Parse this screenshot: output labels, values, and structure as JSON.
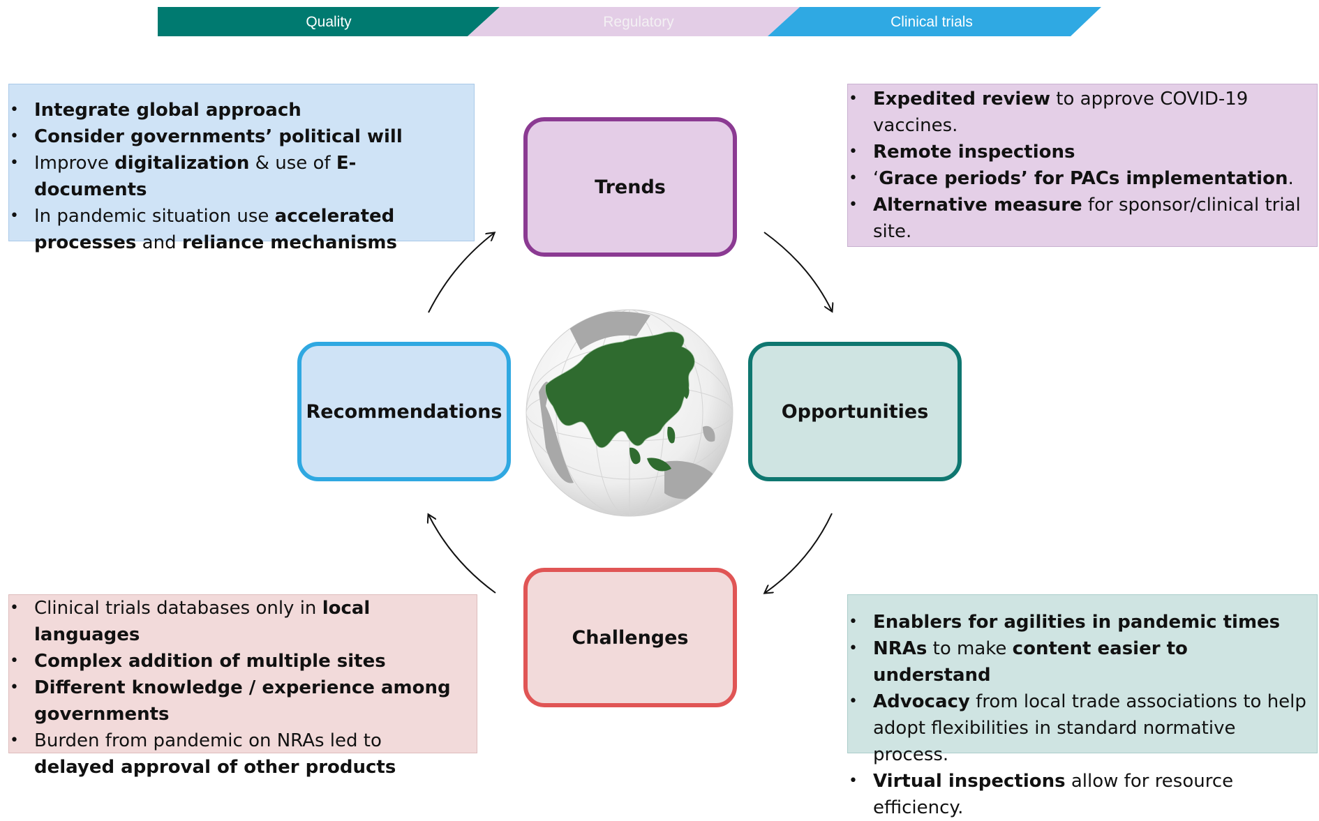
{
  "tabs": [
    {
      "label": "Quality",
      "color": "#007a70"
    },
    {
      "label": "Regulatory",
      "color": "#e3cde6"
    },
    {
      "label": "Clinical trials",
      "color": "#2fa9e3"
    }
  ],
  "nodes": {
    "trends": "Trends",
    "opportunities": "Opportunities",
    "challenges": "Challenges",
    "recommendations": "Recommendations"
  },
  "panels": {
    "recommendations": [
      [
        {
          "t": "Integrate global approach",
          "b": true
        }
      ],
      [
        {
          "t": "Consider governments’ political will",
          "b": true
        }
      ],
      [
        {
          "t": "Improve ",
          "b": false
        },
        {
          "t": "digitalization",
          "b": true
        },
        {
          "t": " & use of ",
          "b": false
        },
        {
          "t": "E-documents",
          "b": true
        }
      ],
      [
        {
          "t": "In pandemic situation use ",
          "b": false
        },
        {
          "t": "accelerated processes",
          "b": true
        },
        {
          "t": " and ",
          "b": false
        },
        {
          "t": "reliance mechanisms",
          "b": true
        }
      ]
    ],
    "trends": [
      [
        {
          "t": "Expedited review",
          "b": true
        },
        {
          "t": " to approve COVID-19 vaccines.",
          "b": false
        }
      ],
      [
        {
          "t": "Remote inspections",
          "b": true
        }
      ],
      [
        {
          "t": "‘",
          "b": false
        },
        {
          "t": "Grace periods’ for PACs implementation",
          "b": true
        },
        {
          "t": ".",
          "b": false
        }
      ],
      [
        {
          "t": "Alternative measure",
          "b": true
        },
        {
          "t": " for sponsor/clinical trial site.",
          "b": false
        }
      ]
    ],
    "challenges": [
      [
        {
          "t": "Clinical trials databases only in ",
          "b": false
        },
        {
          "t": "local languages",
          "b": true
        }
      ],
      [
        {
          "t": "Complex addition of multiple  sites",
          "b": true
        }
      ],
      [
        {
          "t": "Different knowledge / experience among governments",
          "b": true
        }
      ],
      [
        {
          "t": "Burden from pandemic on NRAs led to ",
          "b": false
        },
        {
          "t": "delayed approval of other products",
          "b": true
        }
      ]
    ],
    "opportunities": [
      [
        {
          "t": "Enablers for agilities in pandemic times",
          "b": true
        }
      ],
      [
        {
          "t": "NRAs",
          "b": true
        },
        {
          "t": " to make ",
          "b": false
        },
        {
          "t": "content easier to understand",
          "b": true
        }
      ],
      [
        {
          "t": "Advocacy",
          "b": true
        },
        {
          "t": " from local trade associations to help adopt flexibilities in standard normative process.",
          "b": false
        }
      ],
      [
        {
          "t": "Virtual inspections",
          "b": true
        },
        {
          "t": " allow for resource efficiency.",
          "b": false
        }
      ]
    ]
  },
  "colors": {
    "trends_border": "#8b3a92",
    "opportunities_border": "#0f7770",
    "challenges_border": "#e05555",
    "recommendations_border": "#2fa8e1",
    "globe_land": "#2f6b2f"
  }
}
